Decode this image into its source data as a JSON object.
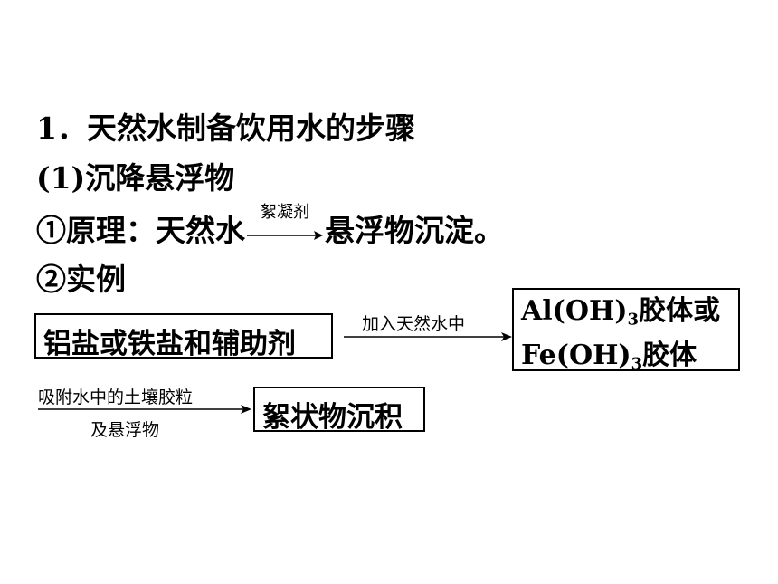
{
  "heading": {
    "number": "1．",
    "text": "天然水制备饮用水的步骤"
  },
  "section": {
    "label": "(1)沉降悬浮物"
  },
  "principle": {
    "prefix": "①原理：天然水",
    "arrow_label": "絮凝剂",
    "suffix": "悬浮物沉淀。"
  },
  "example": {
    "label": "②实例"
  },
  "flow": {
    "box1": "铝盐或铁盐和辅助剂",
    "arrow1_label": "加入天然水中",
    "box2_line1_a": "Al(OH)",
    "box2_line1_sub": "3",
    "box2_line1_b": "胶体或",
    "box2_line2_a": "Fe(OH)",
    "box2_line2_sub": "3",
    "box2_line2_b": "胶体",
    "arrow2_label_top": "吸附水中的土壤胶粒",
    "arrow2_label_bottom": "及悬浮物",
    "box3": "絮状物沉积"
  }
}
